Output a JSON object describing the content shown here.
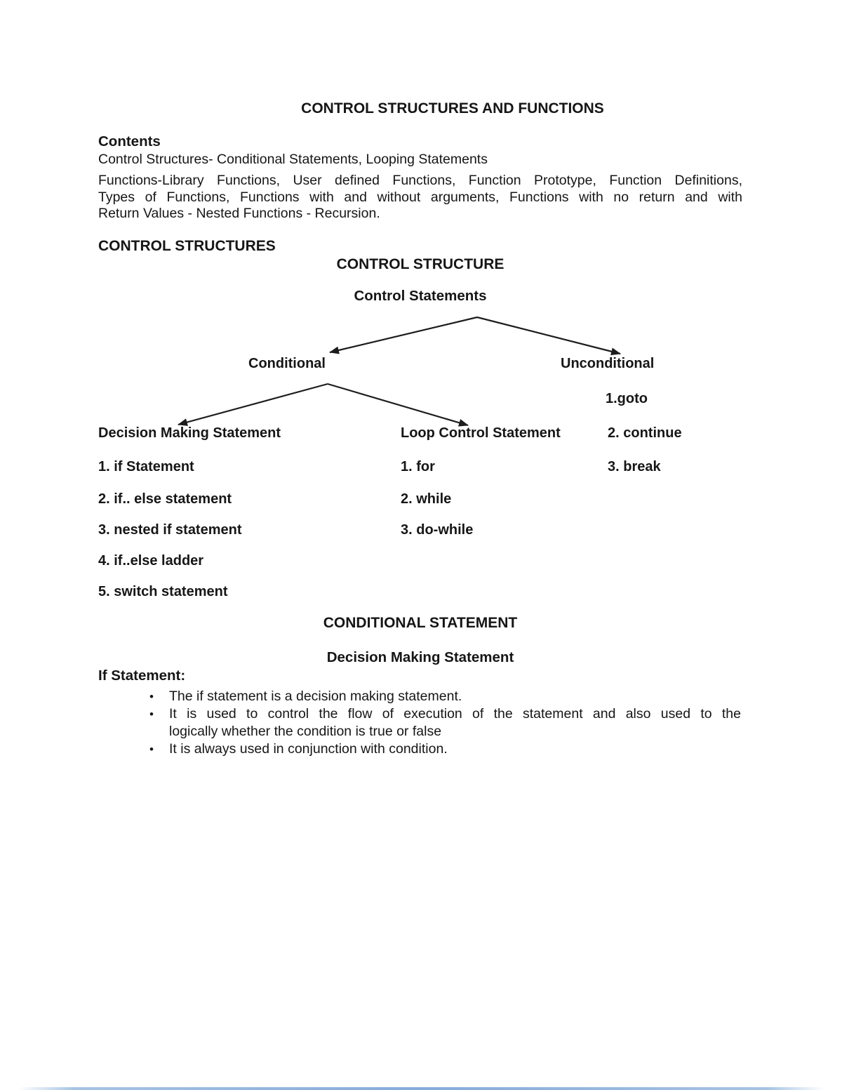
{
  "doc": {
    "title": "CONTROL STRUCTURES AND FUNCTIONS",
    "contents_heading": "Contents",
    "contents_intro": "Control Structures- Conditional Statements, Looping Statements",
    "paragraph_lines": [
      "Functions-Library Functions, User defined Functions, Function Prototype, Function Definitions,",
      "Types of Functions, Functions with and without arguments, Functions with no return and with",
      "Return Values - Nested Functions - Recursion."
    ],
    "section_heading": "CONTROL STRUCTURES"
  },
  "diagram": {
    "heading": "CONTROL STRUCTURE",
    "root_label": "Control Statements",
    "branch_left": "Conditional",
    "branch_right": "Unconditional",
    "decision_column": {
      "heading": "Decision Making Statement",
      "items": [
        "1. if Statement",
        "2. if.. else statement",
        "3. nested if statement",
        "4. if..else ladder",
        "5. switch statement"
      ]
    },
    "loop_column": {
      "heading": "Loop Control Statement",
      "items": [
        "1. for",
        "2. while",
        "3. do-while"
      ]
    },
    "unconditional_items": [
      "1.goto",
      "2. continue",
      "3. break"
    ]
  },
  "conditional_section": {
    "heading": "CONDITIONAL STATEMENT",
    "subheading": "Decision Making Statement",
    "intro_label": "If Statement:",
    "bullet_char": "•",
    "bullets": [
      {
        "lines": [
          "The if statement is a decision making statement."
        ]
      },
      {
        "lines": [
          "It is used to control the flow of execution of the statement and also used to the",
          "logically whether the condition is true or false"
        ]
      },
      {
        "lines": [
          "It is always used in conjunction with condition."
        ]
      }
    ]
  },
  "colors": {
    "text": "#161616",
    "bottom_accent": "#709dd2"
  }
}
